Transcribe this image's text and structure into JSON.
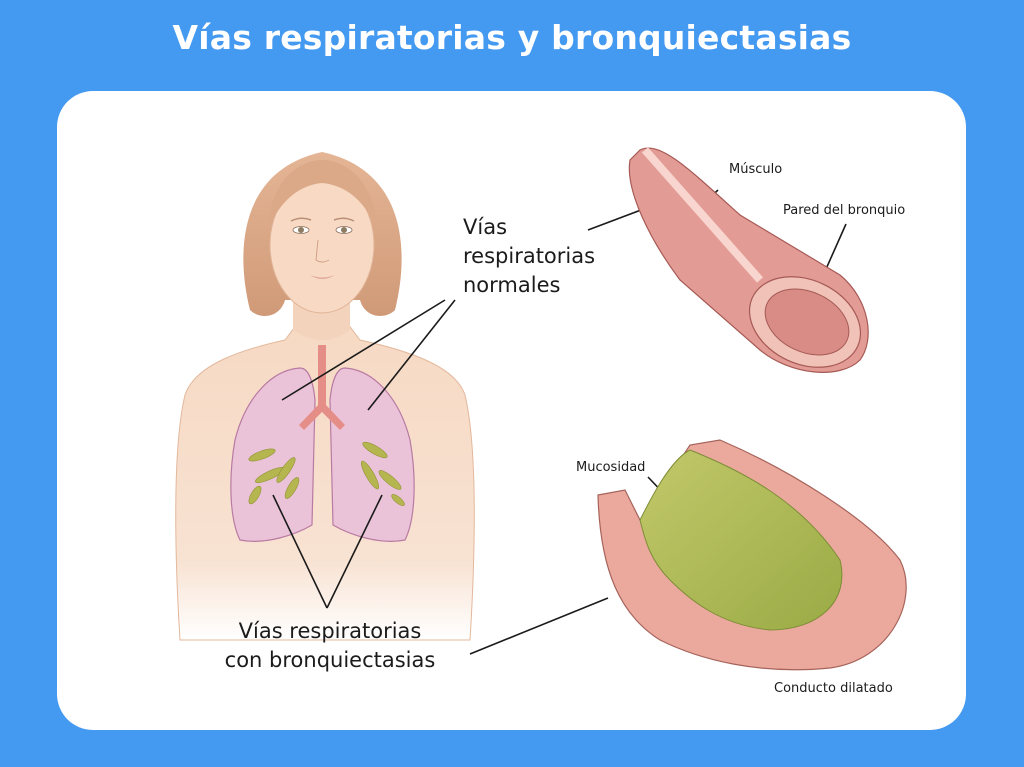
{
  "title": "Vías respiratorias y bronquiectasias",
  "colors": {
    "background": "#4499f0",
    "card": "#ffffff",
    "skin": "#f7dcc6",
    "hair": "#d9a684",
    "lung": "#e9bfd6",
    "lung_edge": "#b87aa2",
    "airway": "#e08a85",
    "mucus": "#a9b64e",
    "bronchus": "#e7958f"
  },
  "labels": {
    "normal_airways": [
      "Vías",
      "respiratorias",
      "normales"
    ],
    "bronchiectasis_airways": [
      "Vías respiratorias",
      "con bronquiectasias"
    ],
    "muscle": "Músculo",
    "bronchial_wall": "Pared del bronquio",
    "mucus": "Mucosidad",
    "dilated_duct": "Conducto dilatado"
  },
  "figures": [
    {
      "name": "female-torso-with-lungs"
    },
    {
      "name": "normal-bronchus-cross-section"
    },
    {
      "name": "dilated-bronchus-with-mucus"
    }
  ]
}
